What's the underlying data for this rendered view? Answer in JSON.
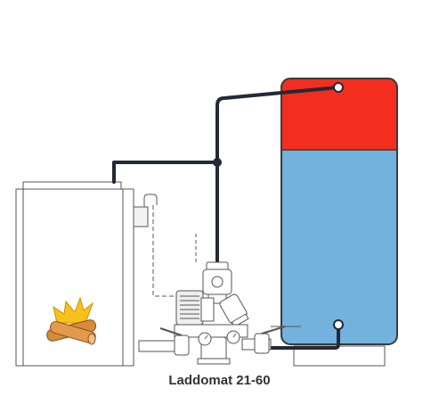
{
  "caption": "Laddomat 21-60",
  "colors": {
    "hot_water": "#f42e1e",
    "cold_water": "#72b2dd",
    "pipe": "#222a35",
    "outline": "#3a3a3a",
    "fire": "#f6c21a",
    "logs": "#d68a3c"
  },
  "components": {
    "boiler": "wood-boiler",
    "tank": "accumulator-tank",
    "unit": "laddomat-charging-unit"
  }
}
